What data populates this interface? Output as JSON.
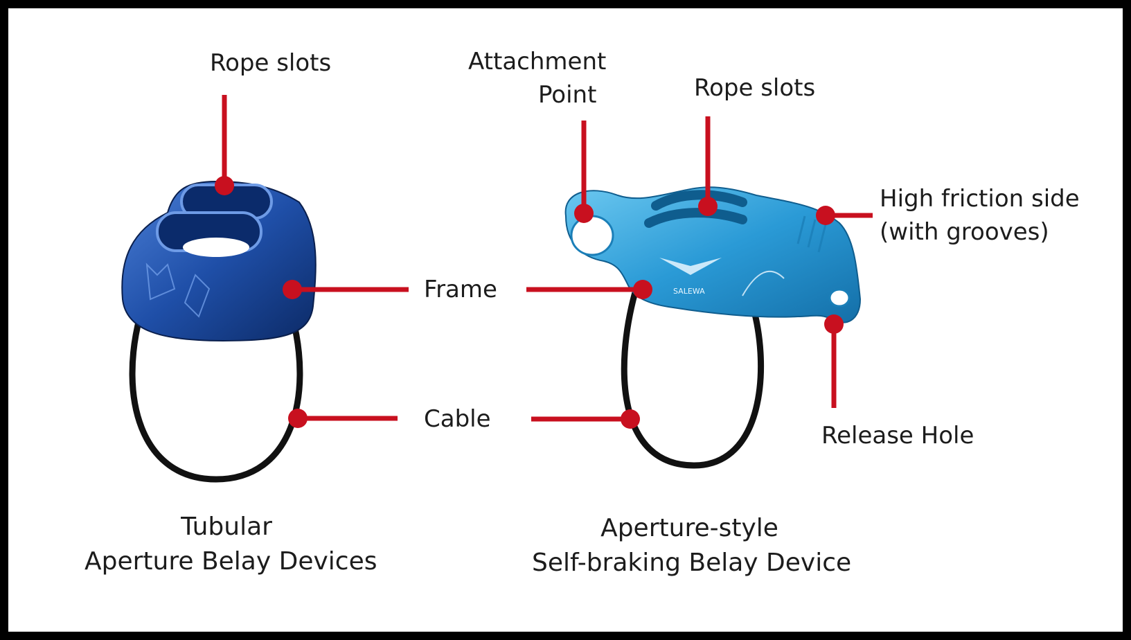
{
  "labels": {
    "left_rope_slots": "Rope slots",
    "attachment_point_line1": "Attachment",
    "attachment_point_line2": "Point",
    "right_rope_slots": "Rope slots",
    "high_friction_line1": "High friction side",
    "high_friction_line2": "(with grooves)",
    "frame": "Frame",
    "cable": "Cable",
    "release_hole": "Release Hole"
  },
  "captions": {
    "left_line1": "Tubular",
    "left_line2": "Aperture Belay Devices",
    "right_line1": "Aperture-style",
    "right_line2": "Self-braking Belay Device"
  },
  "device_markings": {
    "brand": "SALEWA"
  },
  "colors": {
    "callout": "#c8101f",
    "left_device": "#1f4fa8",
    "right_device": "#2a9ad6",
    "cable": "#111111",
    "frame_border": "#000000"
  }
}
